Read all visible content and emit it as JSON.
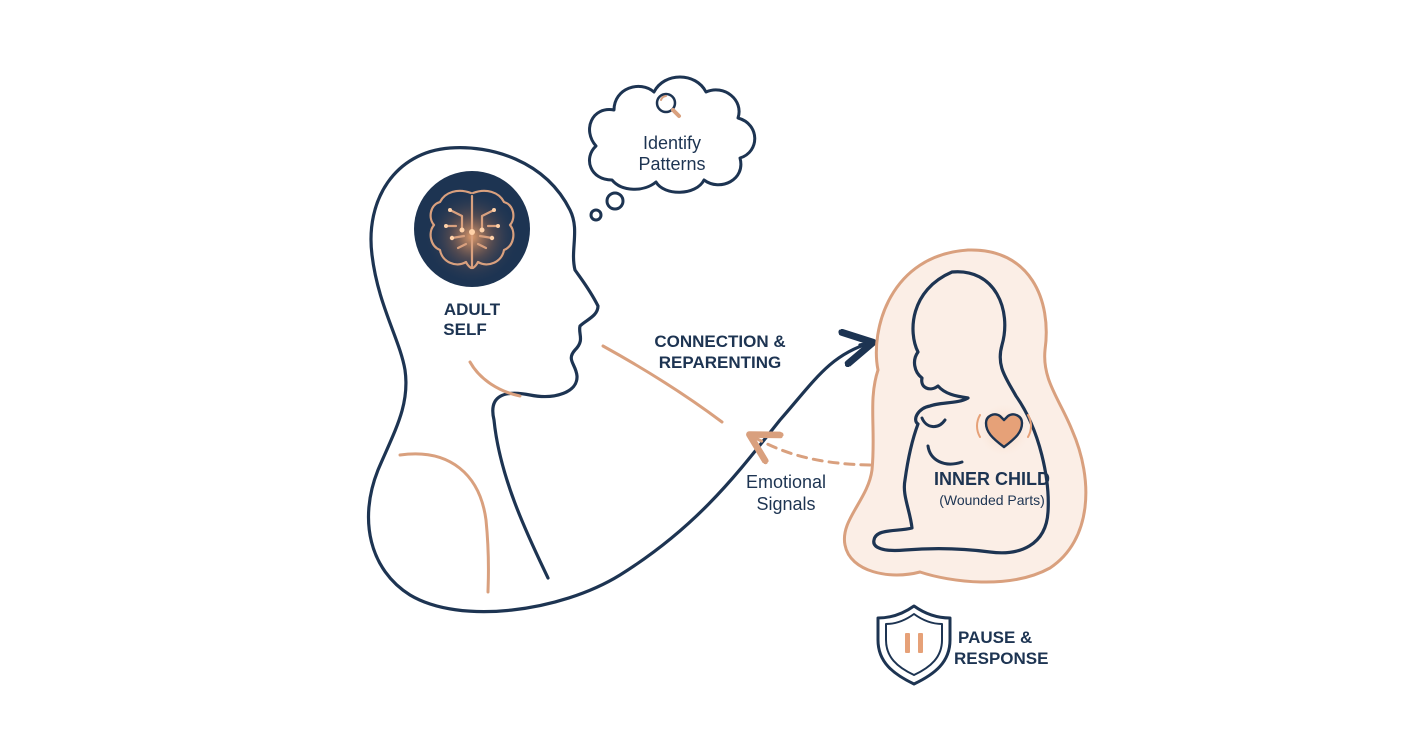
{
  "thought": {
    "line1": "Identify",
    "line2": "Patterns",
    "icon": "magnifier-icon"
  },
  "adult": {
    "line1": "ADULT",
    "line2": "SELF",
    "icon": "brain-circuit-icon"
  },
  "connection": {
    "line1": "CONNECTION &",
    "line2": "REPARENTING"
  },
  "signals": {
    "line1": "Emotional",
    "line2": "Signals"
  },
  "child": {
    "line1": "INNER CHILD",
    "line2": "(Wounded Parts)",
    "icon": "heart-icon"
  },
  "pause": {
    "line1": "PAUSE &",
    "line2": "RESPONSE",
    "icon": "shield-pause-icon"
  },
  "colors": {
    "navy": "#1d3452",
    "peach": "#d9a07e",
    "glow": "#fbeee6",
    "accent": "#e6a178"
  }
}
